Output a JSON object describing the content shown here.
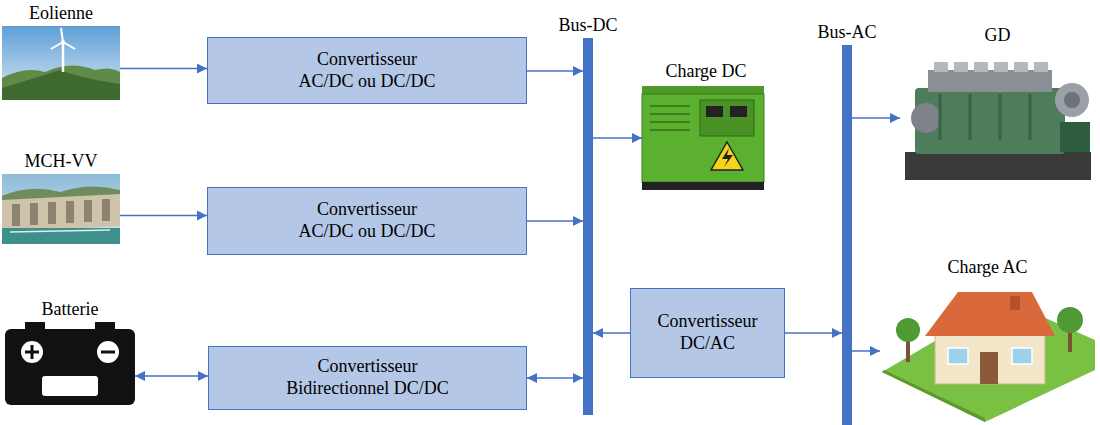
{
  "diagram": {
    "nodes": [
      {
        "text": [
          "Eolienne"
        ]
      },
      {
        "text": [
          "Convertisseur AC/DC ou DC/DC"
        ]
      },
      {
        "text": [
          "Bus-DC"
        ]
      },
      {
        "text": [
          "Charge DC"
        ]
      },
      {
        "text": [
          "Bus-AC"
        ]
      },
      {
        "text": [
          "GD"
        ]
      },
      {
        "text": [
          "MCH-VV"
        ]
      },
      {
        "text": [
          "Convertisseur AC/DC ou DC/DC"
        ]
      },
      {
        "text": [
          "Charge AC"
        ]
      },
      {
        "text": [
          "Convertisseur DC/AC"
        ]
      },
      {
        "text": [
          "Batterie"
        ]
      },
      {
        "text": [
          "Convertisseur Bidirectionnel DC/DC"
        ]
      }
    ],
    "edges": [
      {
        "from": 0,
        "to": 1,
        "arrow": "to"
      },
      {
        "from": 1,
        "to": 2,
        "arrow": "to"
      },
      {
        "from": 6,
        "to": 7,
        "arrow": "to"
      },
      {
        "from": 7,
        "to": 2,
        "arrow": "to"
      },
      {
        "from": 10,
        "to": 11,
        "arrow": "both"
      },
      {
        "from": 11,
        "to": 2,
        "arrow": "both"
      },
      {
        "from": 2,
        "to": 3,
        "arrow": "to"
      },
      {
        "from": 9,
        "to": 2,
        "arrow": "to"
      },
      {
        "from": 9,
        "to": 4,
        "arrow": "to"
      },
      {
        "from": 4,
        "to": 5,
        "arrow": "to"
      },
      {
        "from": 4,
        "to": 8,
        "arrow": "to"
      }
    ]
  }
}
